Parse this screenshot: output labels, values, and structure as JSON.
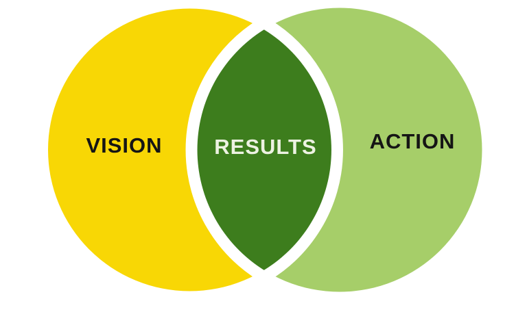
{
  "diagram": {
    "type": "venn-2-circle",
    "background_color": "#ffffff",
    "separator_color": "#ffffff",
    "left_circle": {
      "label": "VISION",
      "fill_color": "#f8d705",
      "label_color": "#151515"
    },
    "right_circle": {
      "label": "ACTION",
      "fill_color": "#a6ce69",
      "label_color": "#151515"
    },
    "intersection": {
      "label": "RESULTS",
      "fill_color": "#3d7d1d",
      "label_color": "#edf2e2"
    }
  }
}
